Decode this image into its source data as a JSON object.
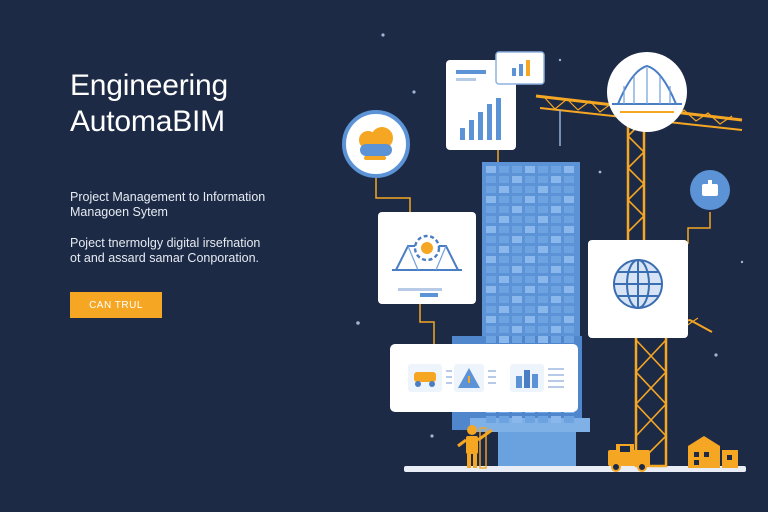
{
  "hero": {
    "headline_line1": "Engineering",
    "headline_line2": "AutomaBIM",
    "desc1_line1": "Project Management to Information",
    "desc1_line2": "Managoen Sytem",
    "desc2_line1": "Poject tnermolgy digital irsefnation",
    "desc2_line2": "ot and assard samar Conporation.",
    "cta_label": "CAN TRUL"
  },
  "colors": {
    "background": "#1d2a45",
    "accent_orange": "#f5a623",
    "building_blue": "#5b93d6",
    "card_white": "#ffffff"
  },
  "icons": [
    "bar-chart-icon",
    "bridge-icon",
    "cloud-icon",
    "settings-icon",
    "gear-icon",
    "globe-icon",
    "car-icon",
    "warning-icon",
    "building-chart-icon",
    "crane-icon",
    "worker-icon",
    "truck-icon",
    "house-icon"
  ]
}
